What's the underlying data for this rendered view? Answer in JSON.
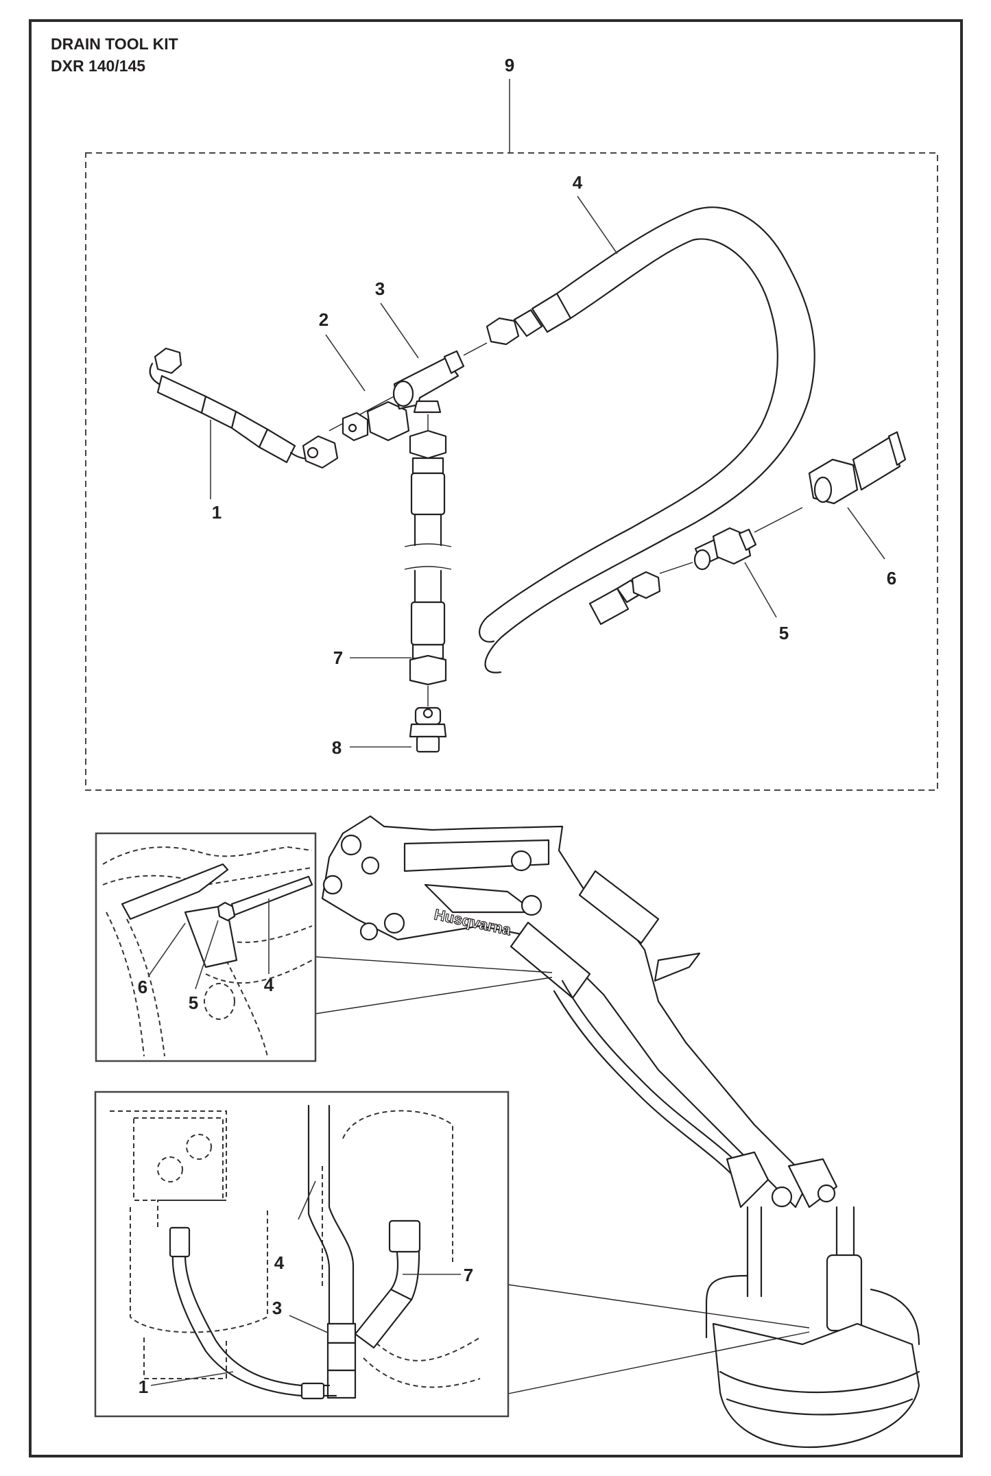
{
  "document": {
    "title": "DRAIN TOOL KIT",
    "model": "DXR 140/145",
    "brand_mark": "Husqvarna"
  },
  "kit_callout": {
    "label": "9",
    "meaning": "kit contents (dashed group)"
  },
  "exploded_view": {
    "callouts": [
      {
        "id": "1",
        "part": "hose with elbow fittings"
      },
      {
        "id": "2",
        "part": "adapter fitting"
      },
      {
        "id": "3",
        "part": "tee fitting"
      },
      {
        "id": "4",
        "part": "long hose"
      },
      {
        "id": "5",
        "part": "bulkhead fitting"
      },
      {
        "id": "6",
        "part": "quick coupling"
      },
      {
        "id": "7",
        "part": "vertical hose"
      },
      {
        "id": "8",
        "part": "nipple fitting"
      }
    ]
  },
  "detail_upper": {
    "callouts": [
      "6",
      "5",
      "4"
    ]
  },
  "detail_lower": {
    "callouts": [
      "4",
      "7",
      "3",
      "1"
    ]
  },
  "labels": {
    "l1": "1",
    "l2": "2",
    "l3": "3",
    "l4": "4",
    "l5": "5",
    "l6": "6",
    "l7": "7",
    "l8": "8",
    "l9": "9"
  }
}
